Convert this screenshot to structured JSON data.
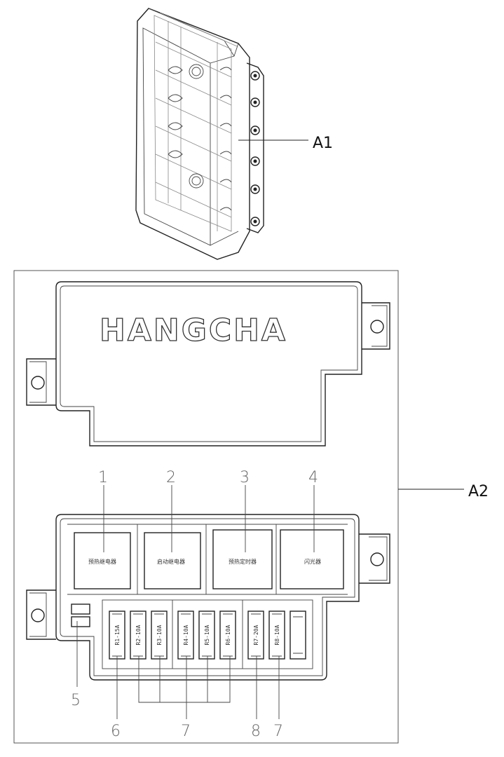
{
  "callouts": {
    "a1": "A1",
    "a2": "A2"
  },
  "brand": "HANGCHA",
  "relays": [
    {
      "number": "1",
      "label": "预热继电器"
    },
    {
      "number": "2",
      "label": "启动继电器"
    },
    {
      "number": "3",
      "label": "预热定时器"
    },
    {
      "number": "4",
      "label": "闪光器"
    }
  ],
  "fuses": [
    "R1-15A",
    "R2-10A",
    "R3-10A",
    "R4-10A",
    "R5-10A",
    "R6-10A",
    "R7-20A",
    "R8-10A"
  ],
  "bottom_numbers": {
    "n5": "5",
    "n6": "6",
    "n7a": "7",
    "n8": "8",
    "n7b": "7"
  }
}
